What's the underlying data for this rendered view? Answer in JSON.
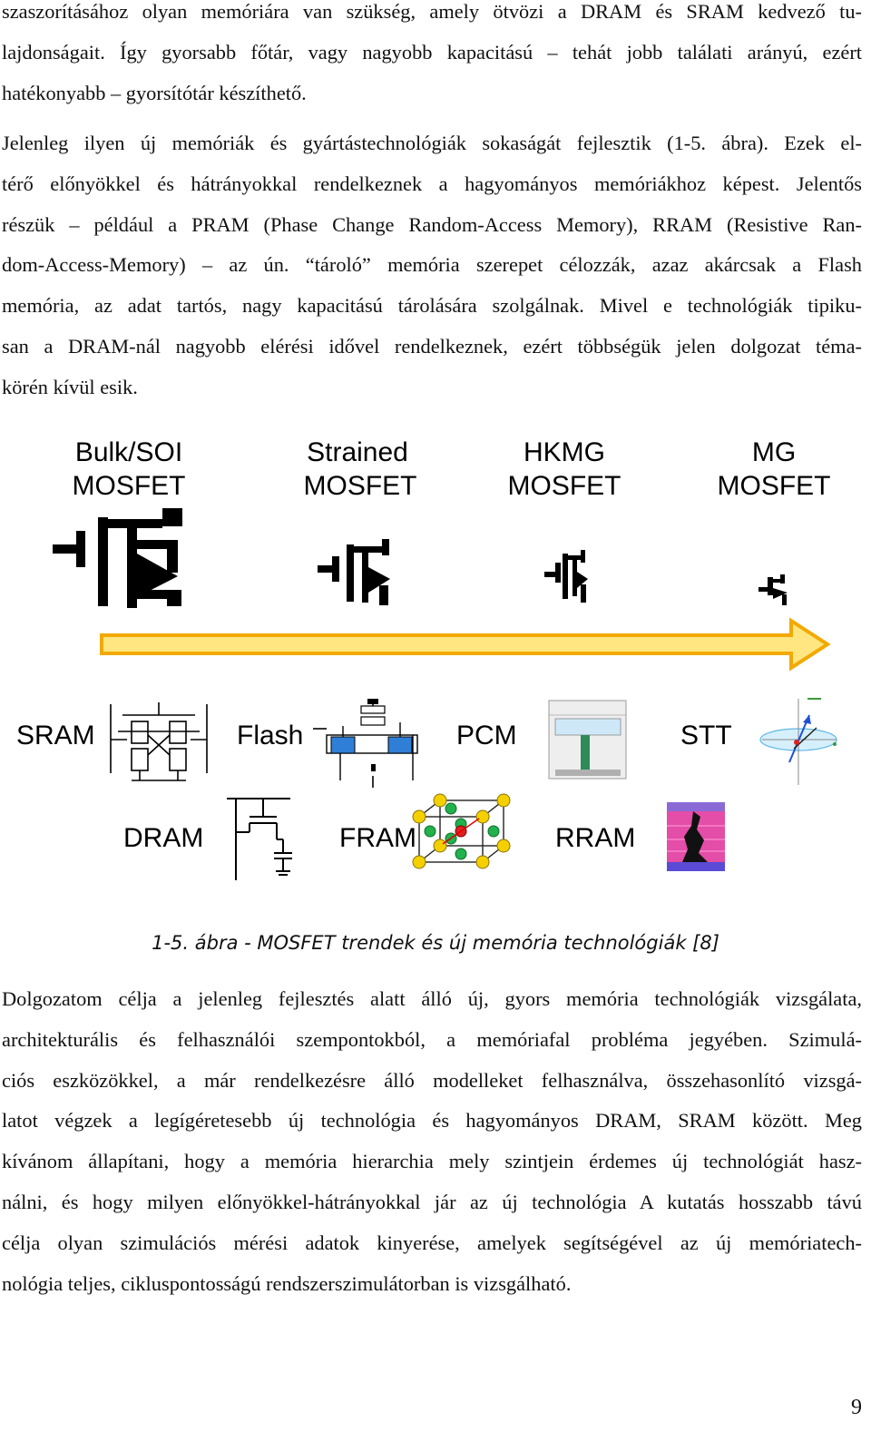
{
  "paragraphs": [
    [
      "szaszorításához olyan memóriára van szükség, amely ötvözi a DRAM és SRAM kedvező tu-",
      "lajdonságait. Így gyorsabb főtár, vagy nagyobb kapacitású – tehát jobb találati arányú, ezért",
      "hatékonyabb – gyorsítótár készíthető."
    ],
    [
      "Jelenleg ilyen új memóriák és gyártástechnológiák sokaságát fejlesztik (1-5. ábra). Ezek el-",
      "térő előnyökkel és hátrányokkal rendelkeznek a hagyományos memóriákhoz képest. Jelentős",
      "részük – például a PRAM (Phase Change Random-Access Memory), RRAM (Resistive Ran-",
      "dom-Access-Memory) – az ún. “tároló” memória szerepet célozzák, azaz akárcsak a Flash",
      "memória, az adat tartós, nagy kapacitású tárolására szolgálnak. Mivel e technológiák tipiku-",
      "san a DRAM-nál nagyobb elérési idővel rendelkeznek, ezért többségük jelen dolgozat téma-",
      "körén kívül esik."
    ],
    [
      "Dolgozatom célja a jelenleg fejlesztés alatt álló új, gyors memória technológiák vizsgálata,",
      "architekturális és felhasználói szempontokból, a memóriafal probléma jegyében. Szimulá-",
      "ciós eszközökkel, a már rendelkezésre álló modelleket felhasználva, összehasonlító vizsgá-",
      "latot végzek a legígéretesebb új technológia és hagyományos DRAM, SRAM között. Meg",
      "kívánom állapítani, hogy a memória hierarchia mely szintjein érdemes új technológiát hasz-",
      "nálni, és hogy milyen előnyökkel-hátrányokkal jár az új technológia A kutatás hosszabb távú",
      "célja olyan szimulációs mérési adatok kinyerése, amelyek segítségével az új memóriatech-",
      "nológia teljes, cikluspontosságú rendszerszimulátorban is vizsgálható."
    ]
  ],
  "figure": {
    "mosfet_labels": [
      [
        "Bulk/SOI",
        "MOSFET"
      ],
      [
        "Strained",
        "MOSFET"
      ],
      [
        "HKMG",
        "MOSFET"
      ],
      [
        "MG",
        "MOSFET"
      ]
    ],
    "memory_labels": {
      "sram": "SRAM",
      "flash": "Flash",
      "pcm": "PCM",
      "stt": "STT",
      "dram": "DRAM",
      "fram": "FRAM",
      "rram": "RRAM"
    },
    "arrow_color": "#FFE680",
    "arrow_stroke": "#F2A900"
  },
  "caption": "1-5. ábra - MOSFET trendek és új memória technológiák [8]",
  "page_number": "9"
}
